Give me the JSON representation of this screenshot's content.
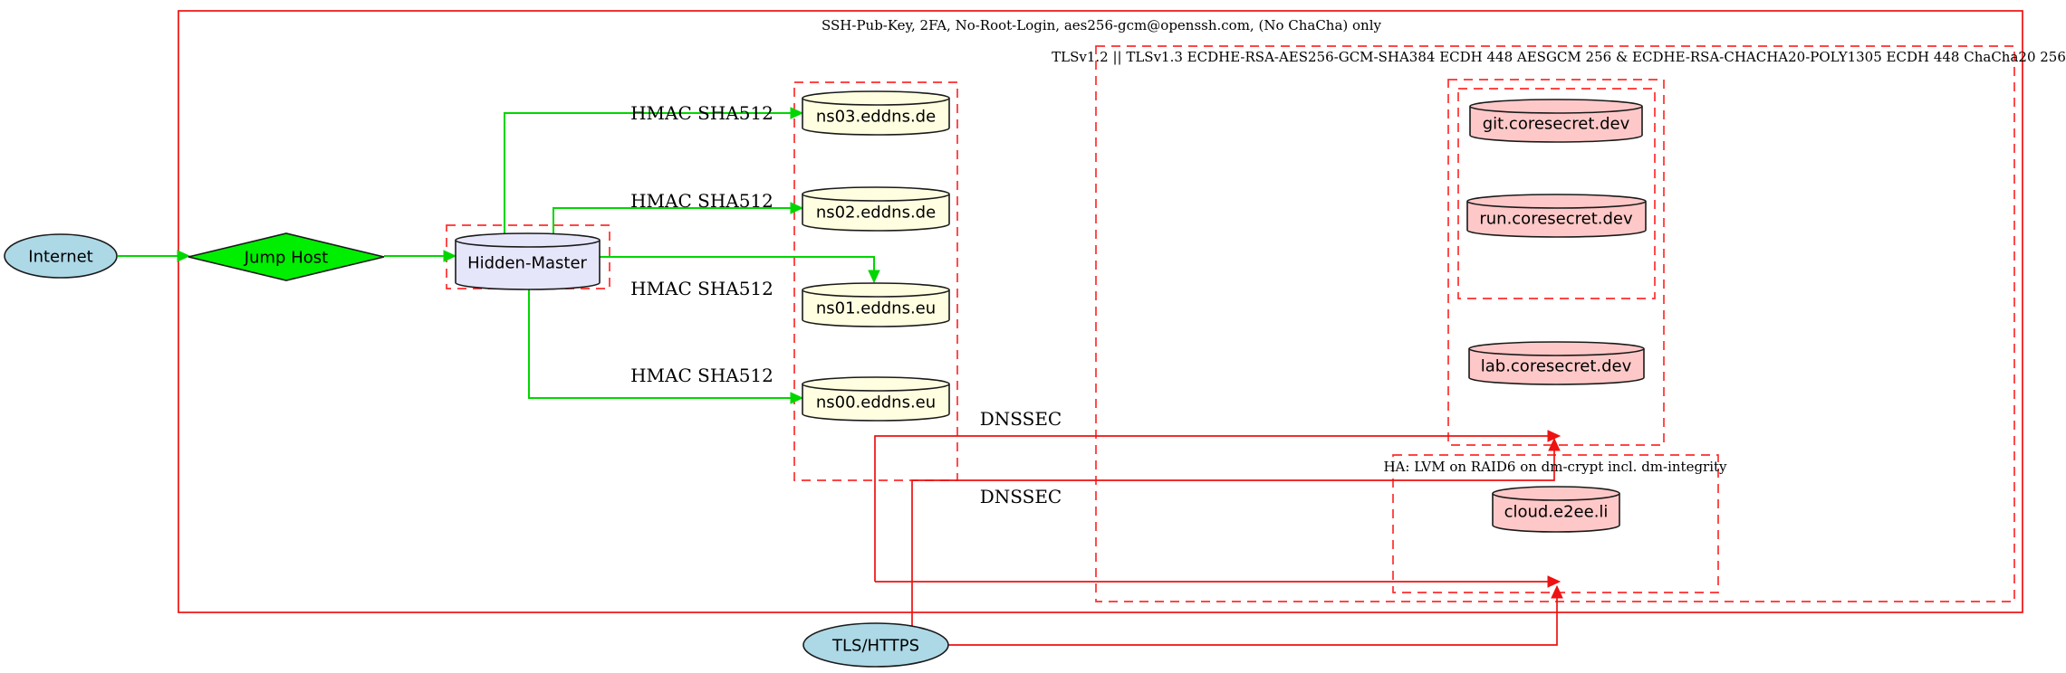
{
  "diagram": {
    "clusters": {
      "ssh_label": "SSH-Pub-Key, 2FA, No-Root-Login, aes256-gcm@openssh.com, (No ChaCha) only",
      "tls_label": "TLSv1.2 || TLSv1.3 ECDHE-RSA-AES256-GCM-SHA384 ECDH 448 AESGCM 256 & ECDHE-RSA-CHACHA20-POLY1305 ECDH 448 ChaCha20 256",
      "ha_label": "HA: LVM on RAID6 on dm-crypt incl. dm-integrity"
    },
    "nodes": {
      "internet": "Internet",
      "jump_host": "Jump Host",
      "hidden_master": "Hidden-Master",
      "ns03": "ns03.eddns.de",
      "ns02": "ns02.eddns.de",
      "ns01": "ns01.eddns.eu",
      "ns00": "ns00.eddns.eu",
      "git": "git.coresecret.dev",
      "run": "run.coresecret.dev",
      "lab": "lab.coresecret.dev",
      "cloud": "cloud.e2ee.li",
      "tls_https": "TLS/HTTPS"
    },
    "edge_labels": {
      "hmac_ns03": "HMAC SHA512",
      "hmac_ns02": "HMAC SHA512",
      "hmac_ns01": "HMAC SHA512",
      "hmac_ns00": "HMAC SHA512",
      "dnssec_top": "DNSSEC",
      "dnssec_bottom": "DNSSEC"
    },
    "colors": {
      "edge_green": "#00d600",
      "node_green": "#00ee00",
      "edge_red": "#ee1111",
      "cluster_red": "#ff2d2d",
      "node_blue": "#add8e6",
      "node_lavender": "#e6e6fa",
      "node_yellow": "#fffee0",
      "node_pink": "#ffc8c8",
      "outline": "#1a1a1a"
    }
  }
}
